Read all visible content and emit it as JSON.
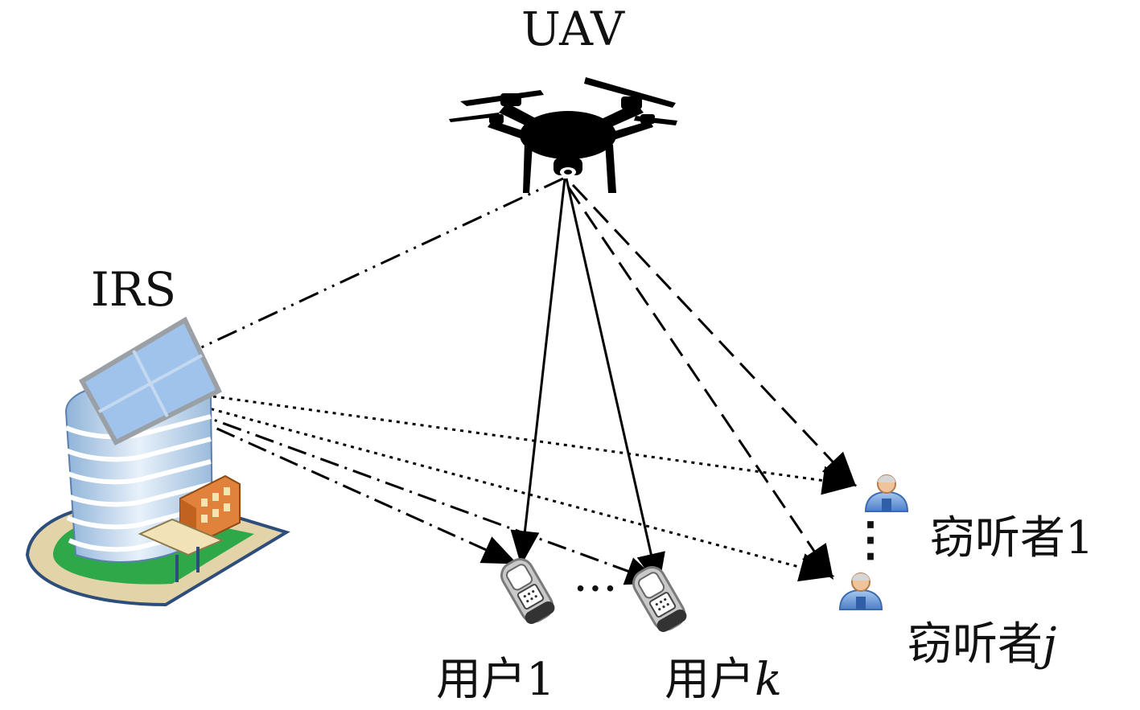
{
  "nodes": {
    "uav": {
      "label": "UAV"
    },
    "irs": {
      "label": "IRS"
    },
    "user_1": {
      "label_text": "用户",
      "label_index": "1"
    },
    "user_k": {
      "label_text": "用户",
      "label_index": "k"
    },
    "eavesdropper_1": {
      "label_text": "窃听者",
      "label_index": "1"
    },
    "eavesdropper_j": {
      "label_text": "窃听者",
      "label_index": "j"
    }
  },
  "ellipsis": {
    "users": "···",
    "eavesdroppers": "⋮"
  },
  "links": [
    {
      "from": "uav",
      "to": "irs",
      "style": "dash-dot-dot"
    },
    {
      "from": "uav",
      "to": "user_1",
      "style": "solid"
    },
    {
      "from": "uav",
      "to": "user_k",
      "style": "solid"
    },
    {
      "from": "uav",
      "to": "eavesdropper_1",
      "style": "dashed"
    },
    {
      "from": "uav",
      "to": "eavesdropper_j",
      "style": "dashed"
    },
    {
      "from": "irs",
      "to": "user_1",
      "style": "dash-dot"
    },
    {
      "from": "irs",
      "to": "user_k",
      "style": "dash-dot"
    },
    {
      "from": "irs",
      "to": "eavesdropper_1",
      "style": "dotted"
    },
    {
      "from": "irs",
      "to": "eavesdropper_j",
      "style": "dotted"
    }
  ],
  "colors": {
    "line": "#000000",
    "building_blue": "#bcd3ea",
    "irs_panel": "#9fc3ea",
    "lawn": "#2fa84a",
    "base": "#e2d3a8",
    "annex": "#e0823c",
    "person_blue": "#6b9ad8",
    "person_head": "#f0c49a"
  }
}
